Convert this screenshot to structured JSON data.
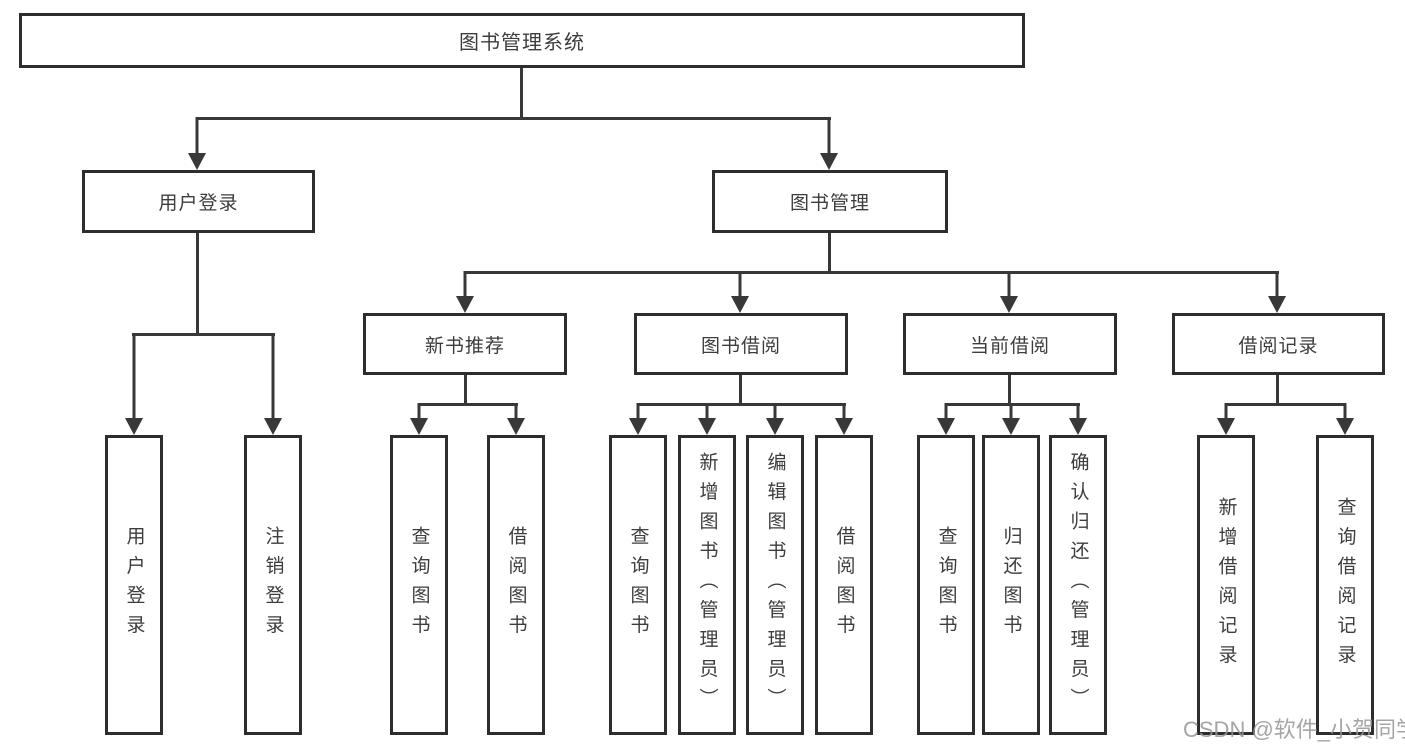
{
  "diagram": {
    "root": {
      "label": "图书管理系统"
    },
    "branches": [
      {
        "label": "用户登录",
        "children": [
          {
            "label": "用户登录"
          },
          {
            "label": "注销登录"
          }
        ]
      },
      {
        "label": "图书管理",
        "children": [
          {
            "label": "新书推荐",
            "children": [
              {
                "label": "查询图书"
              },
              {
                "label": "借阅图书"
              }
            ]
          },
          {
            "label": "图书借阅",
            "children": [
              {
                "label": "查询图书"
              },
              {
                "label": "新增图书（管理员）"
              },
              {
                "label": "编辑图书（管理员）"
              },
              {
                "label": "借阅图书"
              }
            ]
          },
          {
            "label": "当前借阅",
            "children": [
              {
                "label": "查询图书"
              },
              {
                "label": "归还图书"
              },
              {
                "label": "确认归还（管理员）"
              }
            ]
          },
          {
            "label": "借阅记录",
            "children": [
              {
                "label": "新增借阅记录"
              },
              {
                "label": "查询借阅记录"
              }
            ]
          }
        ]
      }
    ],
    "watermark": "CSDN @软件_小贺同学",
    "colors": {
      "line": "#383838",
      "border": "#2d2d2d",
      "text": "#3d3d3d",
      "watermark": "#969696",
      "background": "#ffffff"
    }
  }
}
